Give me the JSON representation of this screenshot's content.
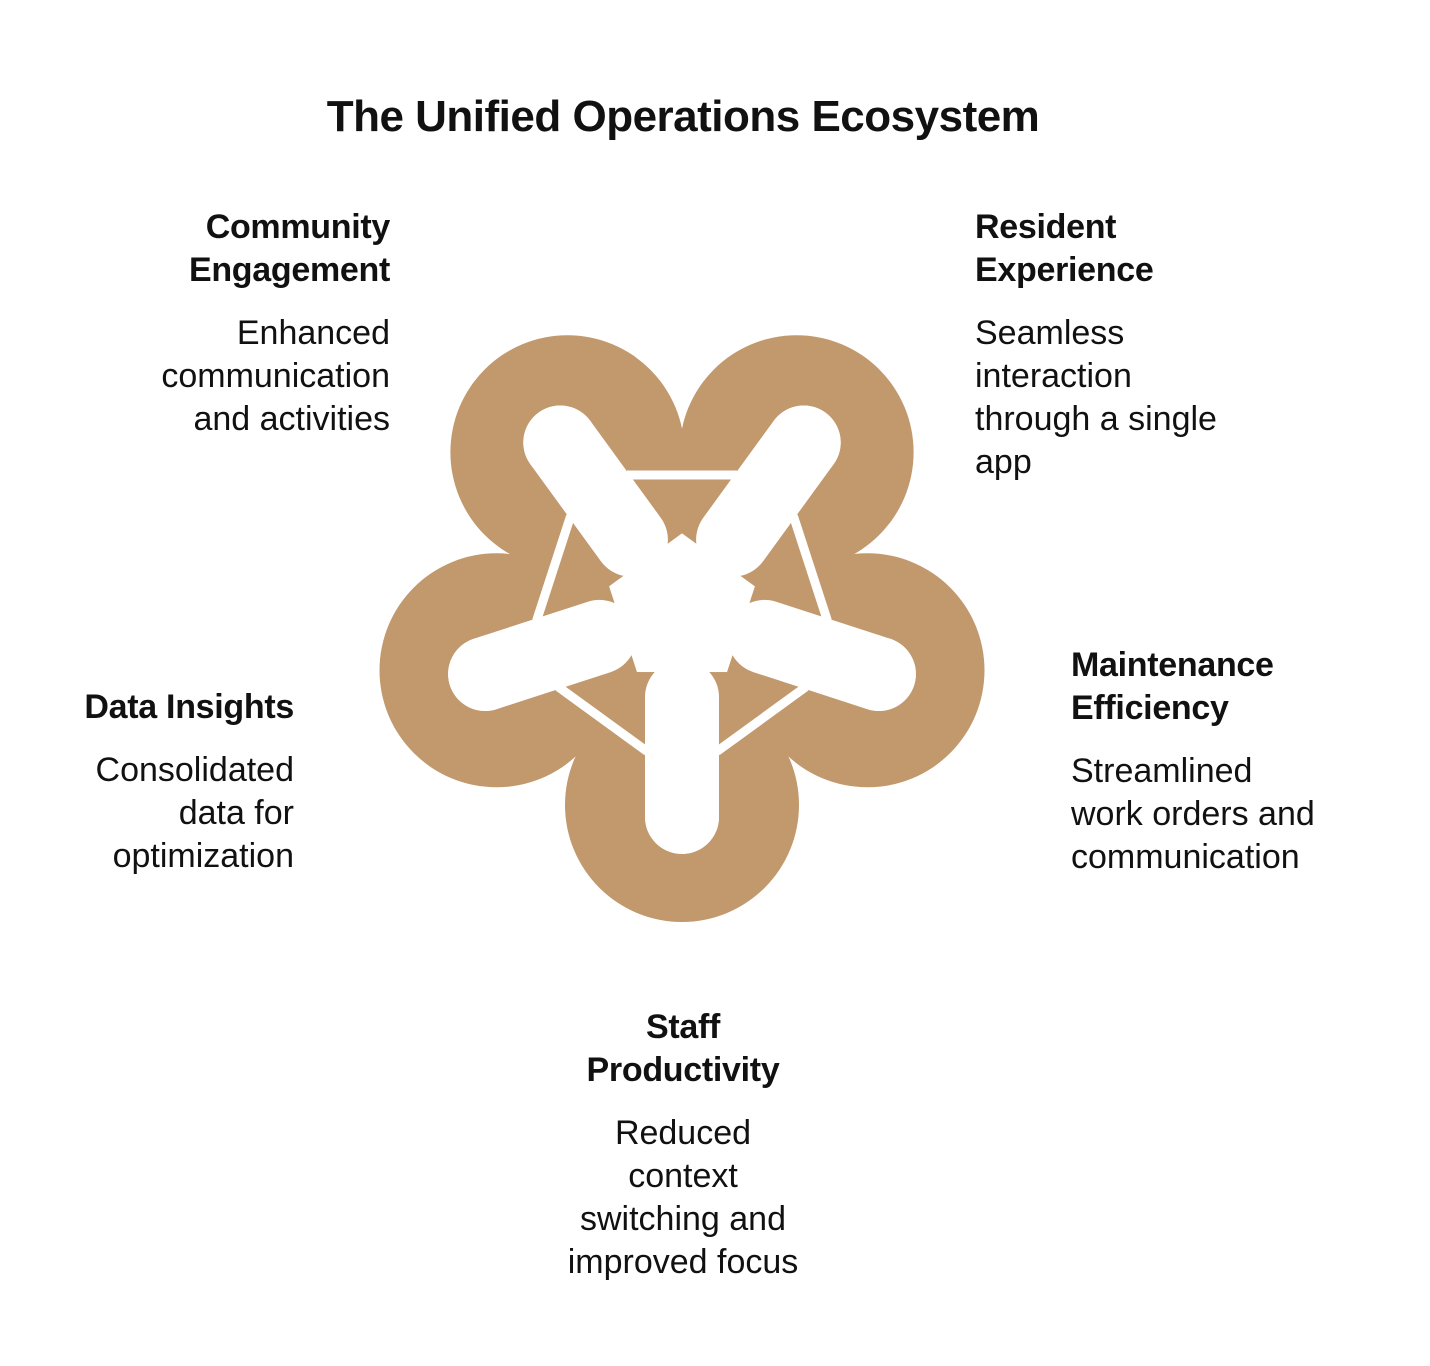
{
  "title": "The Unified Operations Ecosystem",
  "colors": {
    "knot": "#C2986D",
    "text": "#111111",
    "background": "#ffffff"
  },
  "sections": {
    "community": {
      "heading_1": "Community",
      "heading_2": "Engagement",
      "desc_1": "Enhanced",
      "desc_2": "communication",
      "desc_3": "and activities"
    },
    "resident": {
      "heading_1": "Resident",
      "heading_2": "Experience",
      "desc_1": "Seamless",
      "desc_2": "interaction",
      "desc_3": "through a single",
      "desc_4": "app"
    },
    "maintenance": {
      "heading_1": "Maintenance",
      "heading_2": "Efficiency",
      "desc_1": "Streamlined",
      "desc_2": "work orders and",
      "desc_3": "communication"
    },
    "data": {
      "heading_1": "Data Insights",
      "desc_1": "Consolidated",
      "desc_2": "data for",
      "desc_3": "optimization"
    },
    "staff": {
      "heading_1": "Staff",
      "heading_2": "Productivity",
      "desc_1": "Reduced",
      "desc_2": "context",
      "desc_3": "switching and",
      "desc_4": "improved focus"
    }
  }
}
